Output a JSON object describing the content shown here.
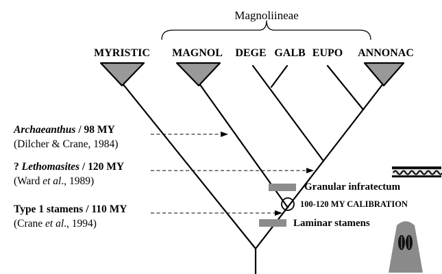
{
  "clade_label": "Magnoliineae",
  "taxa": [
    "MYRISTIC",
    "MAGNOL",
    "DEGE",
    "GALB",
    "EUPO",
    "ANNONAC"
  ],
  "evidence": [
    {
      "pre": "",
      "genus": "Archaeanthus",
      "post": " / 98 MY",
      "reference_pre": "(Dilcher & Crane, 1984)",
      "reference_etal": "",
      "reference_post": ""
    },
    {
      "pre": "? ",
      "genus": "Lethomasites",
      "post": " / 120 MY",
      "reference_pre": "(Ward ",
      "reference_etal": "et al",
      "reference_post": "., 1989)"
    },
    {
      "pre": "Type 1 stamens / 110 MY",
      "genus": "",
      "post": "",
      "reference_pre": "(Crane ",
      "reference_etal": "et al",
      "reference_post": "., 1994)"
    }
  ],
  "markers": {
    "granular": "Granular infratectum",
    "calibration": "100-120 MY CALIBRATION",
    "laminar": "Laminar stamens"
  },
  "colors": {
    "line": "#000000",
    "triangle_fill": "#999999",
    "marker_bar": "#8c8c8c",
    "stamen_fill": "#8a8a8a"
  }
}
